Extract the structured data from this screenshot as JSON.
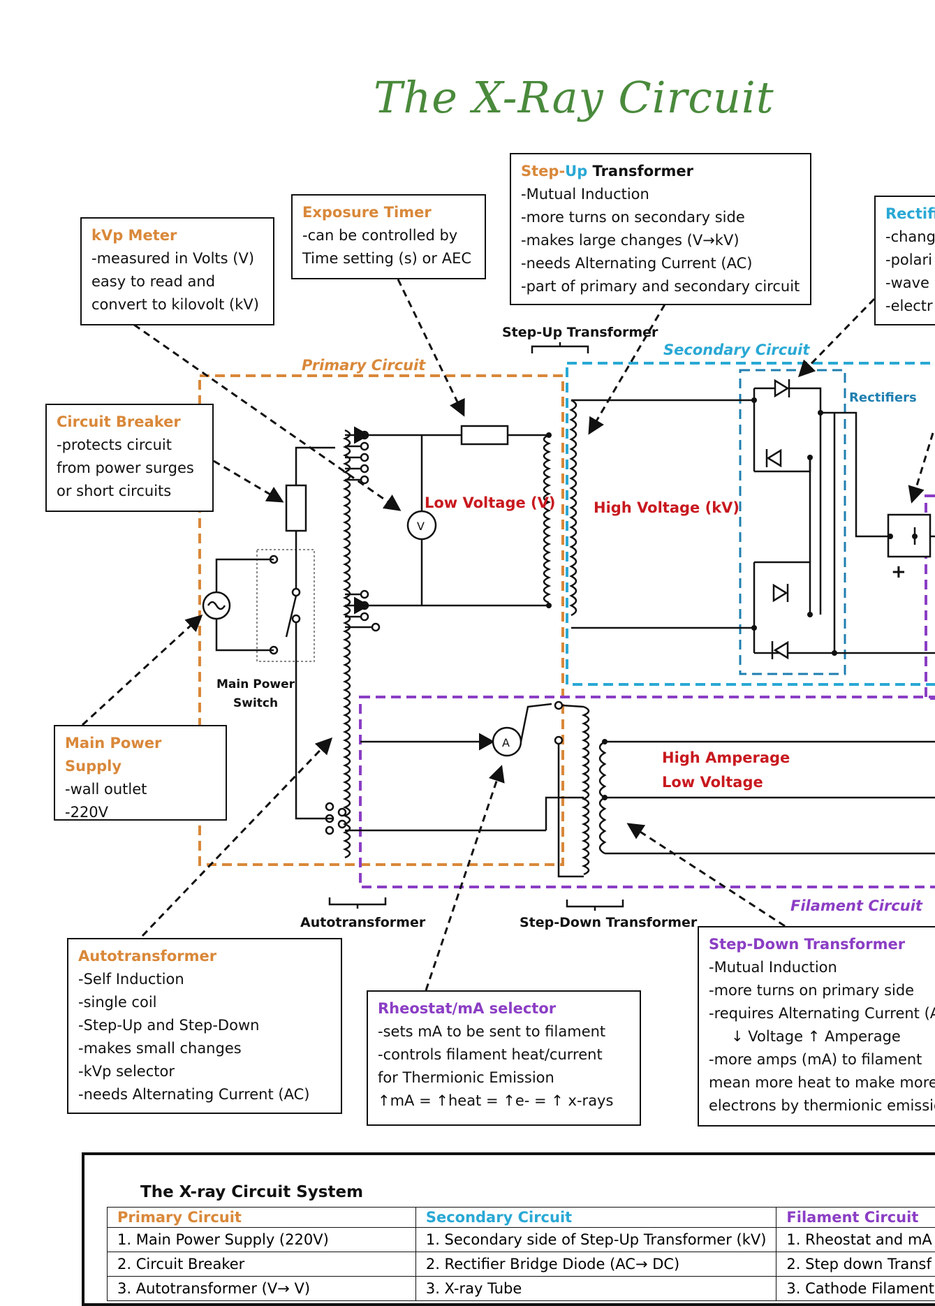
{
  "title": "The X-Ray Circuit",
  "colors": {
    "primary": "#d9883a",
    "secondary": "#29a8d4",
    "filament": "#8b3ec4",
    "red": "#c8191f",
    "title": "#4a8a3c"
  },
  "boxes": {
    "kvp_meter": {
      "title": "kVp Meter",
      "lines": [
        "-measured in Volts (V)",
        "easy to read and",
        "convert to kilovolt (kV)"
      ]
    },
    "exposure_timer": {
      "title": "Exposure Timer",
      "lines": [
        "-can be controlled by",
        "Time setting (s) or AEC"
      ]
    },
    "step_up": {
      "title_part1": "Step-",
      "title_part2": "Up",
      "title_part3": " Transformer",
      "lines": [
        "-Mutual Induction",
        "-more turns on secondary side",
        "-makes large changes (V→kV)",
        "-needs Alternating Current (AC)",
        "-part of primary and secondary circuit"
      ]
    },
    "rectifiers": {
      "title": "Rectifi",
      "lines": [
        "-chang",
        "-polari",
        "-wave",
        "-electr"
      ]
    },
    "circuit_breaker": {
      "title": "Circuit Breaker",
      "lines": [
        "-protects circuit",
        "from power surges",
        "or short circuits"
      ]
    },
    "main_power_supply": {
      "title": "Main Power Supply",
      "lines": [
        "-wall outlet",
        "-220V"
      ]
    },
    "autotransformer": {
      "title": "Autotransformer",
      "lines": [
        "-Self Induction",
        "-single coil",
        "-Step-Up and Step-Down",
        "-makes small changes",
        "-kVp selector",
        "-needs Alternating Current (AC)"
      ]
    },
    "rheostat": {
      "title": "Rheostat/mA selector",
      "lines": [
        "-sets mA to be sent to filament",
        "-controls filament heat/current",
        "for Thermionic Emission",
        "↑mA = ↑heat = ↑e- = ↑ x-rays"
      ]
    },
    "step_down": {
      "title": "Step-Down Transformer",
      "lines": [
        "-Mutual Induction",
        "-more turns on primary side",
        "-requires Alternating Current (A",
        "↓ Voltage ↑ Amperage",
        "-more amps (mA) to filament",
        "mean more heat to make more",
        "electrons by thermionic emissio"
      ]
    }
  },
  "labels": {
    "step_up_transformer": "Step-Up Transformer",
    "primary_circuit": "Primary Circuit",
    "secondary_circuit": "Secondary Circuit",
    "rectifiers": "Rectifiers",
    "low_voltage": "Low Voltage (V)",
    "high_voltage": "High Voltage (kV)",
    "main_power_switch_1": "Main Power",
    "main_power_switch_2": "Switch",
    "high_amperage": "High Amperage",
    "low_voltage_2": "Low Voltage",
    "autotransformer": "Autotransformer",
    "step_down_transformer": "Step-Down Transformer",
    "filament_circuit": "Filament Circuit",
    "voltmeter": "V",
    "ammeter": "A",
    "plus": "+"
  },
  "summary": {
    "title": "The X-ray Circuit System",
    "columns": [
      {
        "header": "Primary Circuit",
        "items": [
          "1. Main Power Supply (220V)",
          "2. Circuit Breaker",
          "3. Autotransformer (V→ V)"
        ]
      },
      {
        "header": "Secondary Circuit",
        "items": [
          "1. Secondary side of Step-Up Transformer (kV)",
          "2. Rectifier Bridge Diode (AC→ DC)",
          "3. X-ray Tube"
        ]
      },
      {
        "header": "Filament Circuit",
        "items": [
          "1. Rheostat and mA",
          "2. Step down Transf",
          "3. Cathode Filament"
        ]
      }
    ]
  }
}
